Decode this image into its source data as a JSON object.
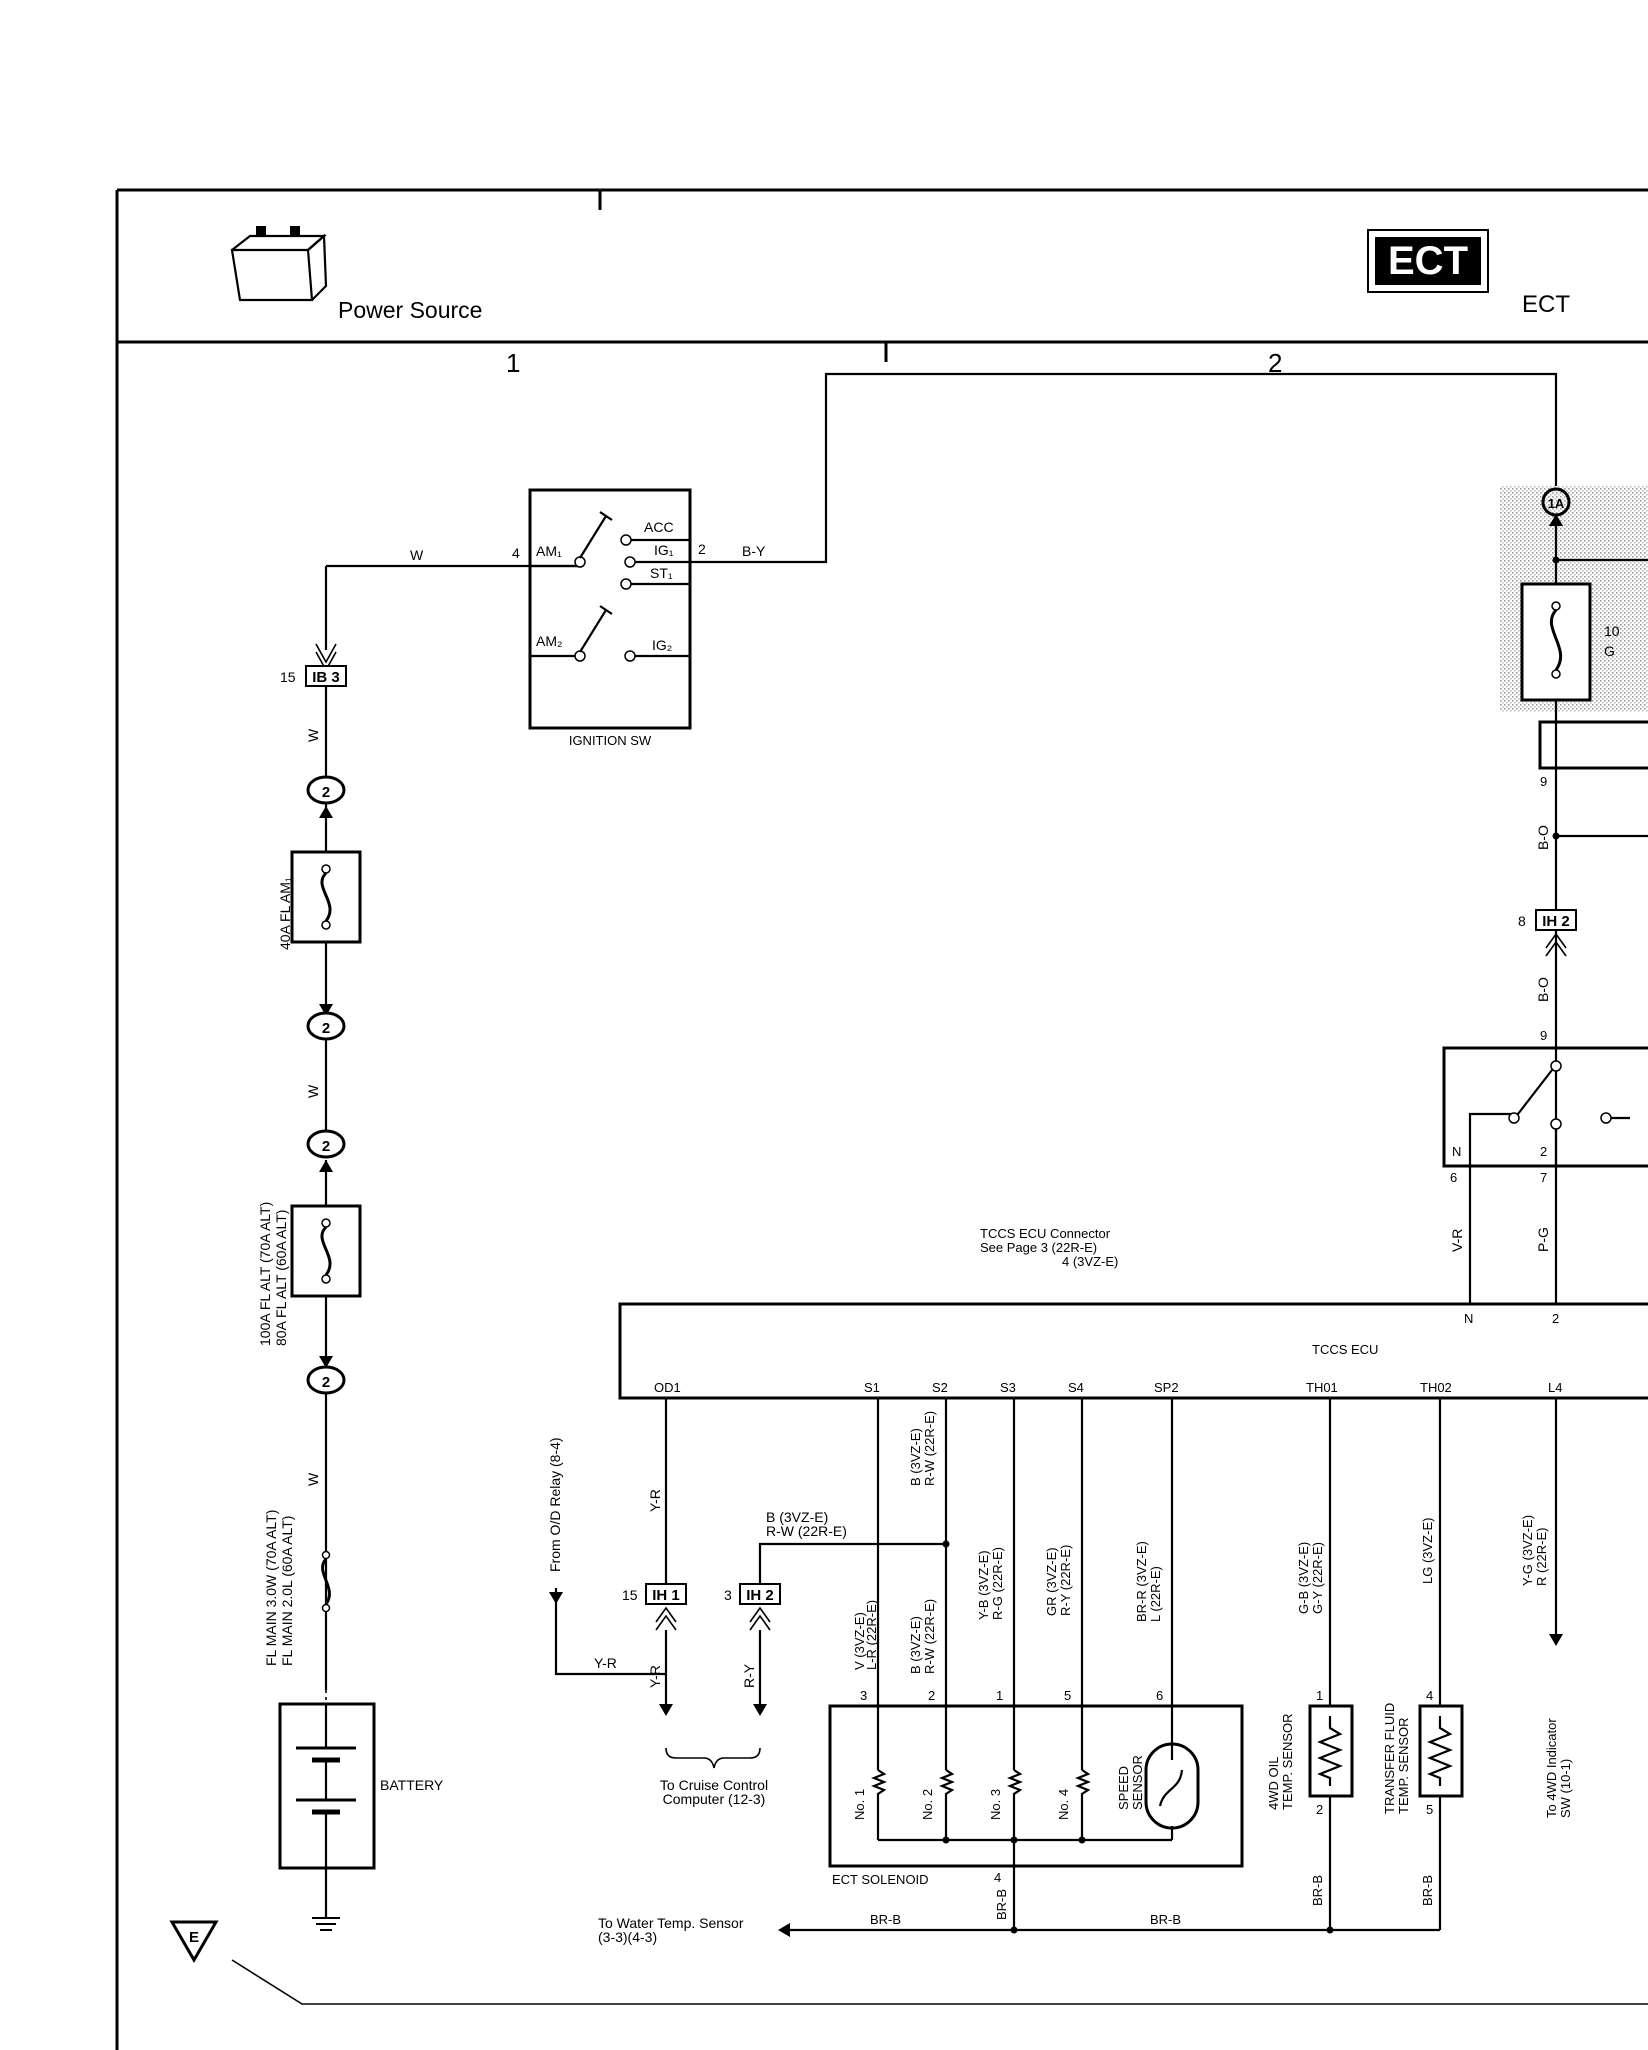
{
  "header": {
    "power_source": "Power Source",
    "ect_badge": "ECT",
    "ect_label": "ECT",
    "section_1": "1",
    "section_2": "2"
  },
  "components": {
    "ignition_sw": "IGNITION SW",
    "battery": "BATTERY",
    "tccs_ecu": "TCCS ECU",
    "tccs_note_1": "TCCS ECU Connector",
    "tccs_note_2": "See Page 3 (22R-E)",
    "tccs_note_3": "4 (3VZ-E)",
    "ect_solenoid": "ECT SOLENOID",
    "speed_sensor_1": "SPEED",
    "speed_sensor_2": "SENSOR",
    "oil_sensor_1": "4WD OIL",
    "oil_sensor_2": "TEMP. SENSOR",
    "fluid_sensor_1": "TRANSFER FLUID",
    "fluid_sensor_2": "TEMP. SENSOR",
    "sol_no1": "No. 1",
    "sol_no2": "No. 2",
    "sol_no3": "No. 3",
    "sol_no4": "No. 4"
  },
  "switch_terminals": {
    "am1": "AM₁",
    "am2": "AM₂",
    "acc": "ACC",
    "ig1": "IG₁",
    "st1": "ST₁",
    "ig2": "IG₂",
    "pin4": "4",
    "pin2": "2"
  },
  "fuses": {
    "am1": "40A FL AM₁",
    "alt_1": "100A FL ALT (70A ALT)",
    "alt_2": "80A FL ALT (60A ALT)",
    "main_1": "FL MAIN 3.0W (70A ALT)",
    "main_2": "FL MAIN 2.0L (60A ALT)"
  },
  "connectors": {
    "ib3": "IB 3",
    "ib3_pin": "15",
    "ih1": "IH 1",
    "ih1_pin": "15",
    "ih2a": "IH 2",
    "ih2a_pin": "3",
    "ih2b": "IH 2",
    "ih2b_pin": "8",
    "j2": "2",
    "j1a": "1A"
  },
  "wires": {
    "w": "W",
    "by": "B-Y",
    "bo": "B-O",
    "vr": "V-R",
    "pg": "P-G",
    "yr": "Y-R",
    "ry": "R-Y",
    "brb": "BR-B",
    "b_3vz": "B (3VZ-E)",
    "rw_22r": "R-W (22R-E)",
    "v_3vz": "V (3VZ-E)",
    "lr_22r": "L-R (22R-E)",
    "yb_3vz": "Y-B (3VZ-E)",
    "rg_22r": "R-G (22R-E)",
    "gr_3vz": "GR (3VZ-E)",
    "ry_22r": "R-Y (22R-E)",
    "brr_3vz": "BR-R (3VZ-E)",
    "l_22r": "L (22R-E)",
    "gb_3vz": "G-B (3VZ-E)",
    "gy_22r": "G-Y (22R-E)",
    "lg_3vz": "LG (3VZ-E)",
    "yg_3vz": "Y-G (3VZ-E)",
    "r_22r": "R (22R-E)"
  },
  "ecu_pins": {
    "od1": "OD1",
    "s1": "S1",
    "s2": "S2",
    "s3": "S3",
    "s4": "S4",
    "sp2": "SP2",
    "th01": "TH01",
    "th02": "TH02",
    "l4": "L4",
    "n": "N",
    "p2": "2"
  },
  "pins": {
    "p9a": "9",
    "p9b": "9",
    "p8": "8",
    "n": "N",
    "p6": "6",
    "p2": "2",
    "p7": "7",
    "s3": "3",
    "s2": "2",
    "s1": "1",
    "s5": "5",
    "s6": "6",
    "s4": "4",
    "o1": "1",
    "o2": "2",
    "f4": "4",
    "f5": "5",
    "g10": "10",
    "gG": "G"
  },
  "notes": {
    "od_relay": "From O/D Relay (8-4)",
    "cruise_1": "To Cruise Control",
    "cruise_2": "Computer (12-3)",
    "water_1": "To Water Temp. Sensor",
    "water_2": "(3-3)(4-3)",
    "ind_1": "To 4WD Indicator",
    "ind_2": "SW (10-1)",
    "ground_e": "E"
  }
}
